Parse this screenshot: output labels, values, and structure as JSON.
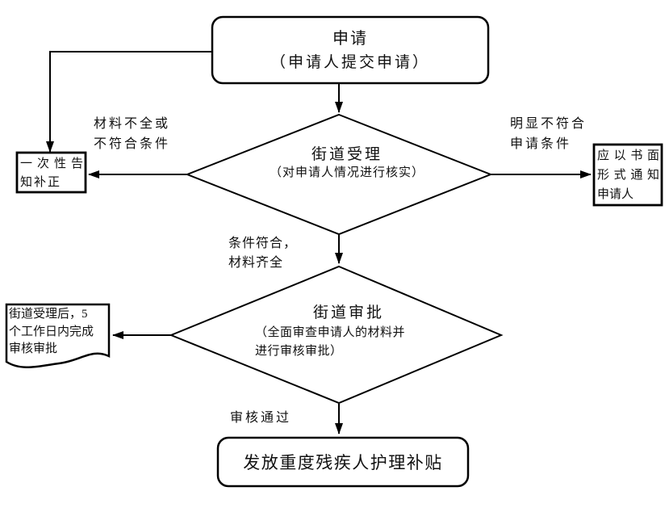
{
  "colors": {
    "line": "#000000",
    "background": "#ffffff",
    "text": "#111111"
  },
  "nodes": {
    "apply": {
      "shape": "rounded-rect",
      "lines": [
        "申请",
        "（申请人提交申请）"
      ]
    },
    "street_accept": {
      "shape": "diamond",
      "lines": [
        "街道受理",
        "（对申请人情况进行核实）"
      ]
    },
    "notice_correction": {
      "shape": "rect",
      "lines": [
        "一次性告",
        "知补正"
      ]
    },
    "written_notice": {
      "shape": "rect",
      "lines": [
        "应以书面",
        "形式通知",
        "申请人"
      ]
    },
    "street_approval": {
      "shape": "diamond",
      "lines": [
        "街道审批",
        "（全面审查申请人的材料并",
        "进行审核审批）"
      ]
    },
    "document_note": {
      "shape": "document",
      "lines": [
        "街道受理后，5",
        "个工作日内完成",
        "审核审批"
      ]
    },
    "issue_subsidy": {
      "shape": "rounded-rect",
      "text": "发放重度残疾人护理补贴"
    }
  },
  "edge_labels": {
    "incomplete": {
      "lines": [
        "材料不全或",
        "不符合条件"
      ]
    },
    "not_eligible": {
      "lines": [
        "明显不符合",
        "申请条件"
      ]
    },
    "eligible": {
      "lines": [
        "条件符合，",
        "材料齐全"
      ]
    },
    "approved": {
      "text": "审核通过"
    }
  }
}
